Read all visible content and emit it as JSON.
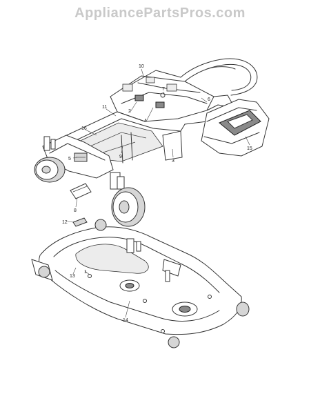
{
  "header": {
    "watermark": "AppliancePartsPros.com"
  },
  "callouts": [
    {
      "id": "c10",
      "label": "10"
    },
    {
      "id": "c7",
      "label": "7"
    },
    {
      "id": "c2",
      "label": "2"
    },
    {
      "id": "c4",
      "label": "4"
    },
    {
      "id": "c6",
      "label": "6"
    },
    {
      "id": "c11",
      "label": "11"
    },
    {
      "id": "c16",
      "label": "16"
    },
    {
      "id": "c9",
      "label": "9"
    },
    {
      "id": "c5",
      "label": "5"
    },
    {
      "id": "c3",
      "label": "3"
    },
    {
      "id": "c15",
      "label": "15"
    },
    {
      "id": "c8",
      "label": "8"
    },
    {
      "id": "c12",
      "label": "12"
    },
    {
      "id": "c1",
      "label": "1"
    },
    {
      "id": "c13",
      "label": "13"
    },
    {
      "id": "c14",
      "label": "14"
    }
  ]
}
